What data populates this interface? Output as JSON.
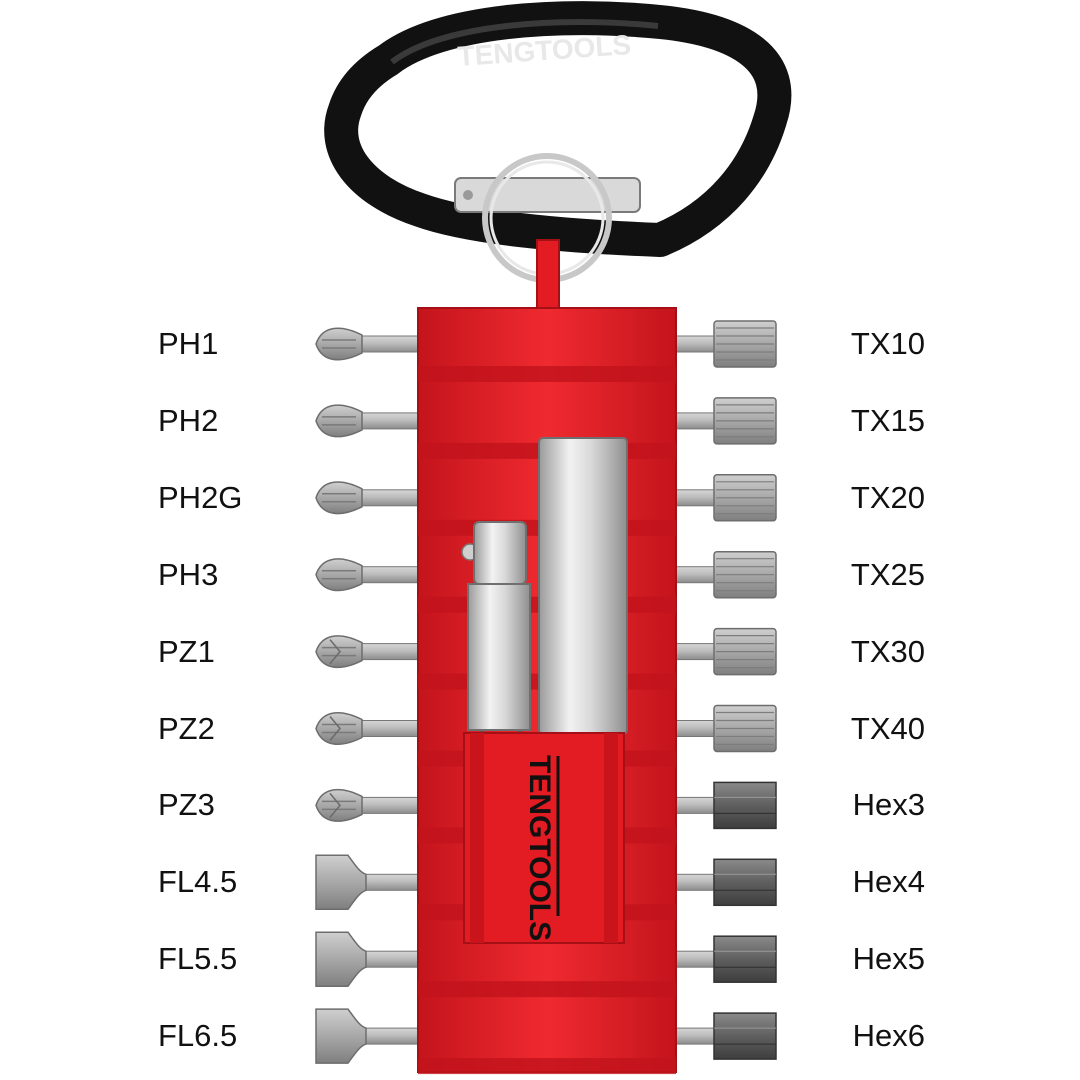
{
  "brand": "TENGTOOLS",
  "left_bits": [
    {
      "label": "PH1",
      "tip": "phillips"
    },
    {
      "label": "PH2",
      "tip": "phillips"
    },
    {
      "label": "PH2G",
      "tip": "phillips"
    },
    {
      "label": "PH3",
      "tip": "phillips"
    },
    {
      "label": "PZ1",
      "tip": "pozidriv"
    },
    {
      "label": "PZ2",
      "tip": "pozidriv"
    },
    {
      "label": "PZ3",
      "tip": "pozidriv"
    },
    {
      "label": "FL4.5",
      "tip": "flat"
    },
    {
      "label": "FL5.5",
      "tip": "flat"
    },
    {
      "label": "FL6.5",
      "tip": "flat"
    }
  ],
  "right_bits": [
    {
      "label": "TX10",
      "tip": "torx"
    },
    {
      "label": "TX15",
      "tip": "torx"
    },
    {
      "label": "TX20",
      "tip": "torx"
    },
    {
      "label": "TX25",
      "tip": "torx"
    },
    {
      "label": "TX30",
      "tip": "torx"
    },
    {
      "label": "TX40",
      "tip": "torx"
    },
    {
      "label": "Hex3",
      "tip": "hex"
    },
    {
      "label": "Hex4",
      "tip": "hex"
    },
    {
      "label": "Hex5",
      "tip": "hex"
    },
    {
      "label": "Hex6",
      "tip": "hex"
    }
  ],
  "colors": {
    "holder_red": "#e31b23",
    "holder_dark": "#b5121a",
    "carabiner": "#1a1a1a",
    "steel": "#a9a9a9"
  }
}
